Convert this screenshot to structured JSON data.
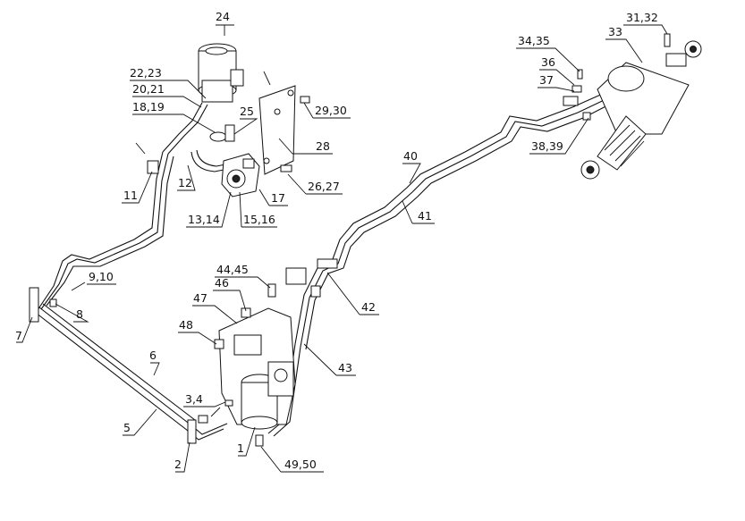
{
  "callouts": [
    {
      "id": "c24",
      "text": "24"
    },
    {
      "id": "c2223",
      "text": "22,23"
    },
    {
      "id": "c2021",
      "text": "20,21"
    },
    {
      "id": "c1819",
      "text": "18,19"
    },
    {
      "id": "c25",
      "text": "25"
    },
    {
      "id": "c2930",
      "text": "29,30"
    },
    {
      "id": "c28",
      "text": "28"
    },
    {
      "id": "c2627",
      "text": "26,27"
    },
    {
      "id": "c17",
      "text": "17"
    },
    {
      "id": "c1516",
      "text": "15,16"
    },
    {
      "id": "c1314",
      "text": "13,14"
    },
    {
      "id": "c12",
      "text": "12"
    },
    {
      "id": "c11",
      "text": "11"
    },
    {
      "id": "c910",
      "text": "9,10"
    },
    {
      "id": "c8",
      "text": "8"
    },
    {
      "id": "c7",
      "text": "7"
    },
    {
      "id": "c6",
      "text": "6"
    },
    {
      "id": "c5",
      "text": "5"
    },
    {
      "id": "c2",
      "text": "2"
    },
    {
      "id": "c1",
      "text": "1"
    },
    {
      "id": "c4950",
      "text": "49,50"
    },
    {
      "id": "c34",
      "text": "3,4"
    },
    {
      "id": "c48",
      "text": "48"
    },
    {
      "id": "c47",
      "text": "47"
    },
    {
      "id": "c46",
      "text": "46"
    },
    {
      "id": "c4445",
      "text": "44,45"
    },
    {
      "id": "c43",
      "text": "43"
    },
    {
      "id": "c42",
      "text": "42"
    },
    {
      "id": "c41",
      "text": "41"
    },
    {
      "id": "c40",
      "text": "40"
    },
    {
      "id": "c3839",
      "text": "38,39"
    },
    {
      "id": "c37",
      "text": "37"
    },
    {
      "id": "c36",
      "text": "36"
    },
    {
      "id": "c3435",
      "text": "34,35"
    },
    {
      "id": "c33",
      "text": "33"
    },
    {
      "id": "c3132",
      "text": "31,32"
    }
  ]
}
